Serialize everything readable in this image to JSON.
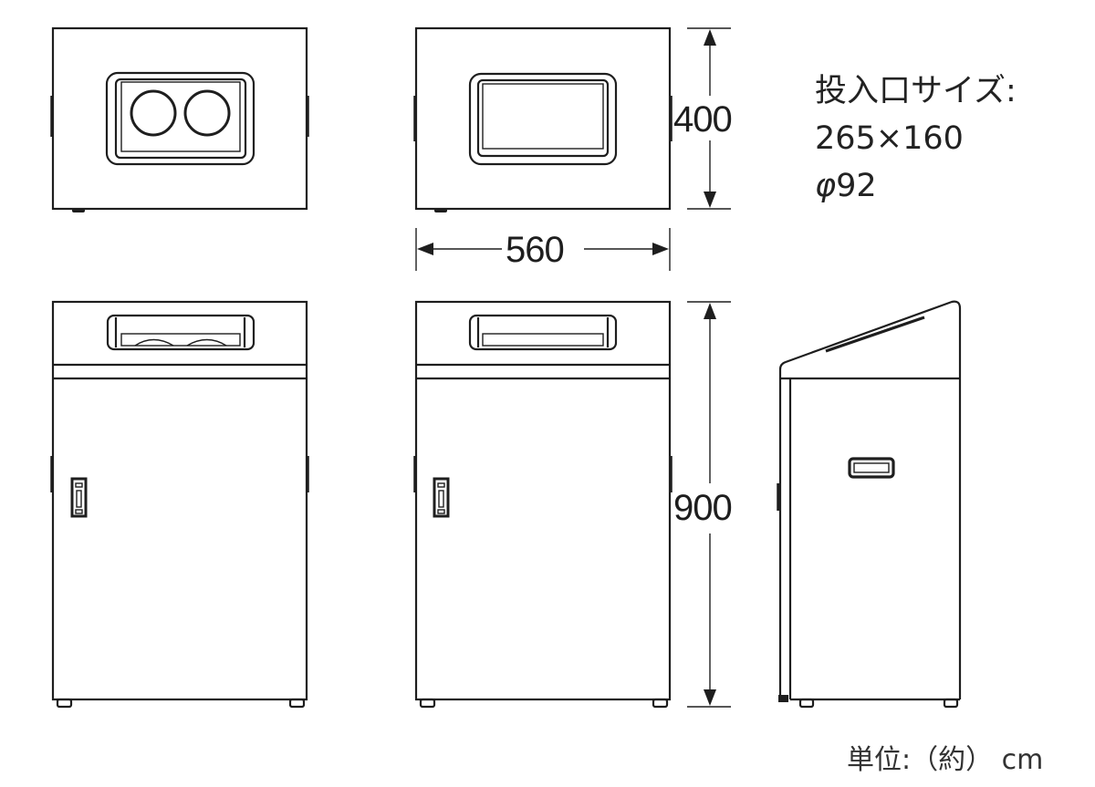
{
  "diagram": {
    "title": "Trash bin dimension drawing",
    "views": [
      {
        "name": "top-view-dual-round",
        "description": "Top view with two round openings"
      },
      {
        "name": "top-view-rectangular",
        "description": "Top view with rectangular opening"
      },
      {
        "name": "front-view-dual-round",
        "description": "Front view, round-opening model"
      },
      {
        "name": "front-view-rectangular",
        "description": "Front view, rectangular-opening model"
      },
      {
        "name": "side-view",
        "description": "Side view with sloped top"
      }
    ],
    "dimensions": {
      "depth": "400",
      "width": "560",
      "height": "900"
    },
    "spec": {
      "opening_label": "投入口サイズ:",
      "rect_opening": "265×160",
      "round_opening_symbol": "φ",
      "round_opening_value": "92"
    },
    "unit_note": "単位:（約） cm",
    "colors": {
      "line": "#1e1e1e",
      "background": "#ffffff"
    }
  }
}
